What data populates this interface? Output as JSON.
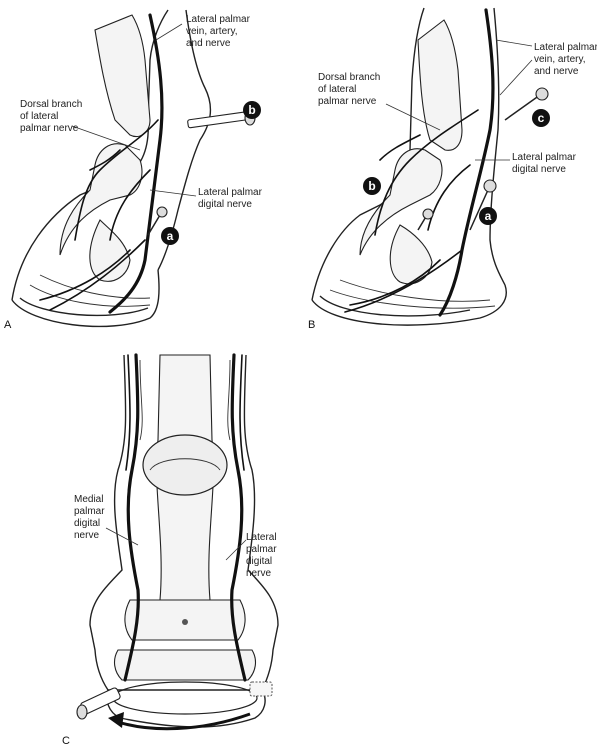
{
  "panels": {
    "a": {
      "letter": "A",
      "labels": {
        "vein": [
          "Lateral palmar",
          "vein, artery,",
          "and nerve"
        ],
        "dorsal": [
          "Dorsal branch",
          "of lateral",
          "palmar nerve"
        ],
        "digital": [
          "Lateral palmar",
          "digital nerve"
        ]
      },
      "badges": [
        "b",
        "a"
      ]
    },
    "b": {
      "letter": "B",
      "labels": {
        "vein": [
          "Lateral palmar",
          "vein, artery,",
          "and nerve"
        ],
        "dorsal": [
          "Dorsal branch",
          "of lateral",
          "palmar nerve"
        ],
        "digital": [
          "Lateral palmar",
          "digital nerve"
        ]
      },
      "badges": [
        "c",
        "b",
        "a"
      ]
    },
    "c": {
      "letter": "C",
      "labels": {
        "medial": [
          "Medial",
          "palmar",
          "digital",
          "nerve"
        ],
        "lateral": [
          "Lateral",
          "palmar",
          "digital",
          "nerve"
        ]
      }
    }
  }
}
